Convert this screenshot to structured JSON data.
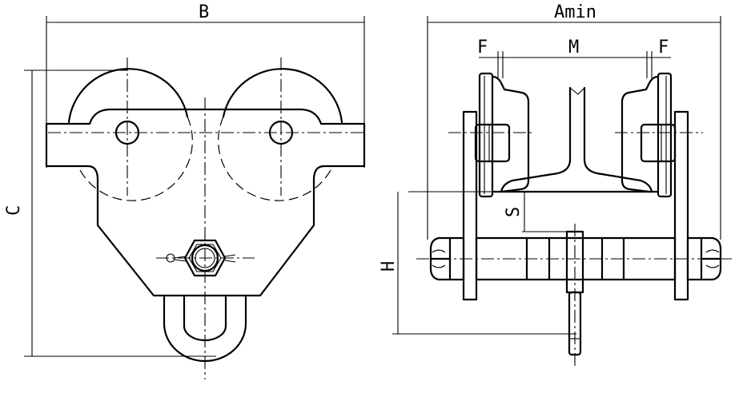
{
  "labels": {
    "B": "B",
    "C": "C",
    "Amin": "Amin",
    "F_left": "F",
    "M": "M",
    "F_right": "F",
    "S": "S",
    "H": "H"
  }
}
